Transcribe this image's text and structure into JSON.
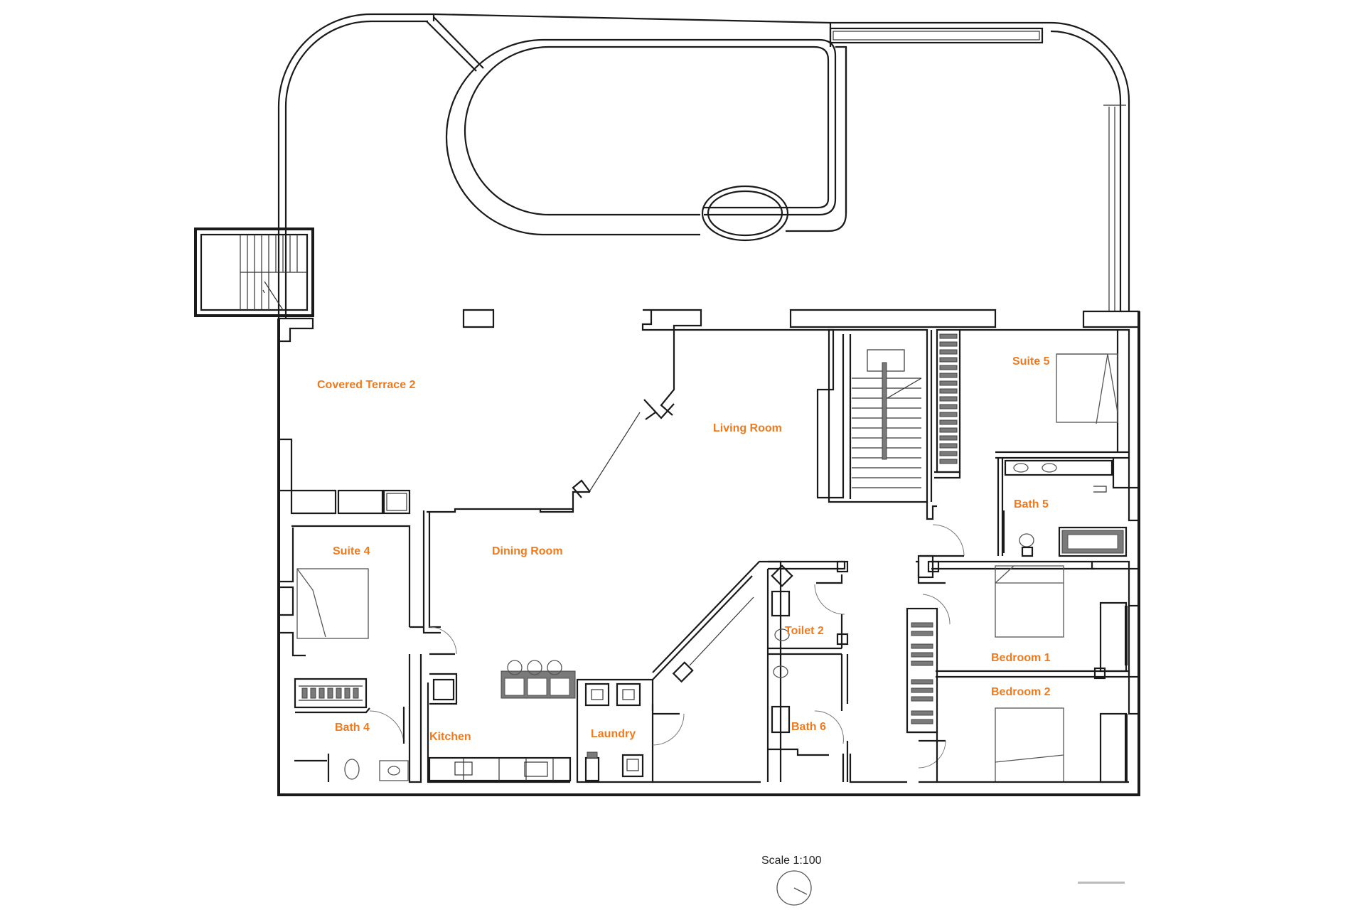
{
  "rooms": {
    "covered_terrace_2": "Covered Terrace 2",
    "living_room": "Living Room",
    "suite_5": "Suite 5",
    "bath_5": "Bath 5",
    "dining_room": "Dining Room",
    "suite_4": "Suite 4",
    "toilet_2": "Toilet 2",
    "bedroom_1": "Bedroom 1",
    "bedroom_2": "Bedroom 2",
    "bath_4": "Bath 4",
    "kitchen": "Kitchen",
    "laundry": "Laundry",
    "bath_6": "Bath 6"
  },
  "scale": {
    "label": "Scale 1:100"
  },
  "colors": {
    "room_label": "#f07a1e",
    "walls": "#1a1a1a",
    "background": "#ffffff"
  }
}
